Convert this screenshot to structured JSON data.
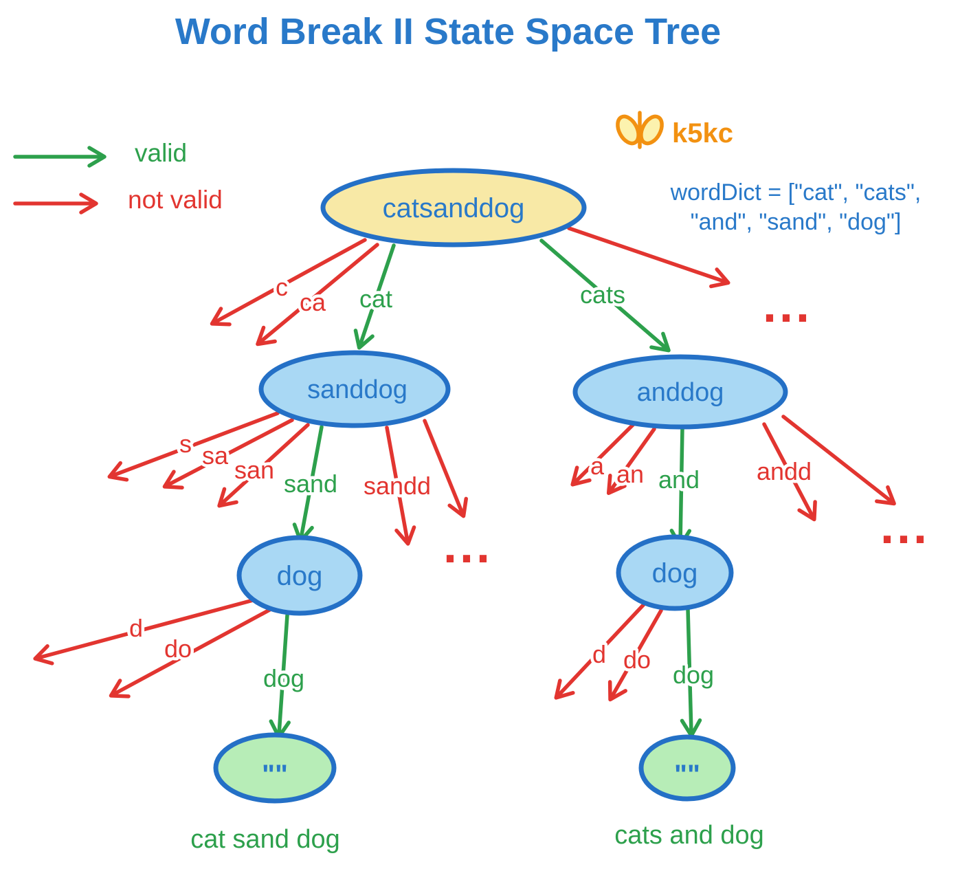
{
  "title": "Word Break II State Space Tree",
  "legend": {
    "valid": "valid",
    "not_valid": "not valid"
  },
  "logo": {
    "text": "k5kc"
  },
  "word_dict": {
    "line1": "wordDict = [\"cat\", \"cats\",",
    "line2": "\"and\", \"sand\", \"dog\"]"
  },
  "nodes": {
    "root": "catsanddog",
    "sanddog": "sanddog",
    "anddog": "anddog",
    "dog_left": "dog",
    "dog_right": "dog",
    "empty_left": "\"\"",
    "empty_right": "\"\""
  },
  "edge_labels": {
    "c": "c",
    "ca": "ca",
    "cat": "cat",
    "cats": "cats",
    "s": "s",
    "sa": "sa",
    "san": "san",
    "sand": "sand",
    "sandd": "sandd",
    "a": "a",
    "an": "an",
    "and": "and",
    "andd": "andd",
    "d_left": "d",
    "do_left": "do",
    "dog_left": "dog",
    "d_right": "d",
    "do_right": "do",
    "dog_right": "dog"
  },
  "ellipsis": "...",
  "results": {
    "left": "cat sand dog",
    "right": "cats and dog"
  },
  "colors": {
    "blue_text": "#2979C9",
    "node_border": "#2470C6",
    "yellow_fill": "#F8E9A6",
    "blue_fill": "#A9D8F4",
    "green_fill": "#B7EDB7",
    "valid_green": "#2DA04C",
    "invalid_red": "#E23530",
    "logo_orange": "#F29111"
  }
}
